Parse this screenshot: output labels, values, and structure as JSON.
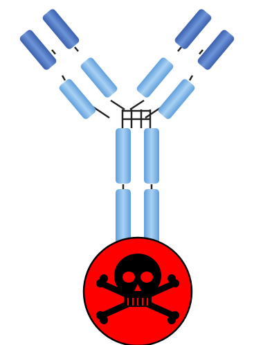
{
  "diagram": {
    "subject": "antibody-drug-conjugate",
    "parts": [
      {
        "name": "heavy-chain-left-upper"
      },
      {
        "name": "heavy-chain-left-lower"
      },
      {
        "name": "light-chain-left-upper"
      },
      {
        "name": "light-chain-left-lower"
      },
      {
        "name": "heavy-chain-right-upper"
      },
      {
        "name": "heavy-chain-right-lower"
      },
      {
        "name": "light-chain-right-upper"
      },
      {
        "name": "light-chain-right-lower"
      },
      {
        "name": "fc-left-upper"
      },
      {
        "name": "fc-left-lower"
      },
      {
        "name": "fc-right-upper"
      },
      {
        "name": "fc-right-lower"
      },
      {
        "name": "hinge-disulfide-bonds"
      },
      {
        "name": "toxic-payload"
      }
    ],
    "icons": {
      "payload": "skull-crossbones-icon"
    },
    "colors": {
      "variable_domain_dark": "#4a72bf",
      "constant_domain_light": "#7ab4e6",
      "linker": "#222222",
      "payload_circle": "#ff0000",
      "payload_symbol": "#000000"
    }
  }
}
